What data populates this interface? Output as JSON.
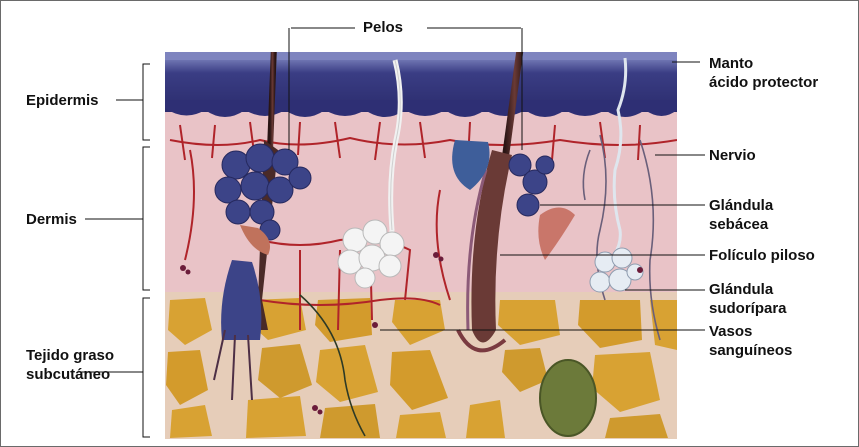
{
  "diagram": {
    "labels": {
      "pelos": "Pelos",
      "manto": [
        "Manto",
        "ácido protector"
      ],
      "epidermis": "Epidermis",
      "nervio": "Nervio",
      "dermis": "Dermis",
      "glandula_sebacea": [
        "Glándula",
        "sebácea"
      ],
      "foliculo": "Folículo piloso",
      "glandula_sudoripara": [
        "Glándula",
        "sudorípara"
      ],
      "tejido": [
        "Tejido graso",
        "subcutáneo"
      ],
      "vasos": [
        "Vasos",
        "sanguíneos"
      ]
    },
    "colors": {
      "epidermis_top": "#4b4f8f",
      "epidermis_band": "#2e2f74",
      "dermis": "#e9c3c7",
      "fat": "#d8a233",
      "fat_septa": "#e6cdb9",
      "vessel": "#b0242a",
      "gland": "#3c4488",
      "hair_dark": "#4a2a28",
      "hair_white": "#f1f1f1",
      "sweat_gland": "#c9d2df"
    }
  }
}
